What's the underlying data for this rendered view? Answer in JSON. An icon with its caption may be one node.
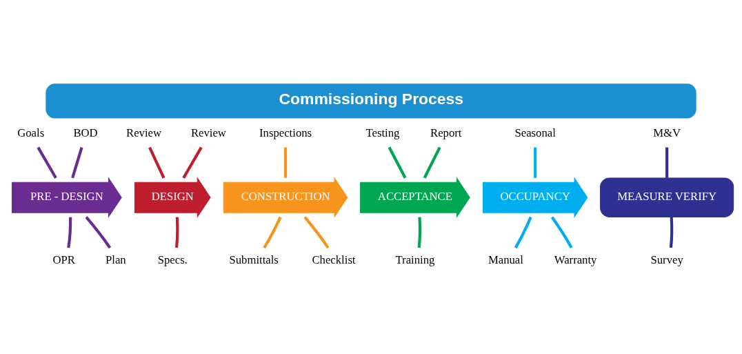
{
  "diagram": {
    "title": "Commissioning Process",
    "nodes": [
      {
        "text": [
          "PRE - DESIGN"
        ]
      },
      {
        "text": [
          "DESIGN"
        ]
      },
      {
        "text": [
          "CONSTRUCTION"
        ]
      },
      {
        "text": [
          "ACCEPTANCE"
        ]
      },
      {
        "text": [
          "OCCUPANCY"
        ]
      },
      {
        "text": [
          "MEASURE VERIFY"
        ]
      },
      {
        "text": [
          "Goals"
        ]
      },
      {
        "text": [
          "BOD"
        ]
      },
      {
        "text": [
          "OPR"
        ]
      },
      {
        "text": [
          "Plan"
        ]
      },
      {
        "text": [
          "Review"
        ]
      },
      {
        "text": [
          "Review"
        ]
      },
      {
        "text": [
          "Specs."
        ]
      },
      {
        "text": [
          "Inspections"
        ]
      },
      {
        "text": [
          "Submittals"
        ]
      },
      {
        "text": [
          "Checklist"
        ]
      },
      {
        "text": [
          "Testing"
        ]
      },
      {
        "text": [
          "Report"
        ]
      },
      {
        "text": [
          "Training"
        ]
      },
      {
        "text": [
          "Seasonal"
        ]
      },
      {
        "text": [
          "Manual"
        ]
      },
      {
        "text": [
          "Warranty"
        ]
      },
      {
        "text": [
          "M&V"
        ]
      },
      {
        "text": [
          "Survey"
        ]
      }
    ],
    "edges": [
      {
        "from": 6,
        "to": 0,
        "arrow": "none",
        "color": "#6a2c91"
      },
      {
        "from": 7,
        "to": 0,
        "arrow": "none",
        "color": "#6a2c91"
      },
      {
        "from": 8,
        "to": 0,
        "arrow": "none",
        "color": "#6a2c91"
      },
      {
        "from": 9,
        "to": 0,
        "arrow": "none",
        "color": "#6a2c91"
      },
      {
        "from": 10,
        "to": 1,
        "arrow": "none",
        "color": "#be1e2d"
      },
      {
        "from": 11,
        "to": 1,
        "arrow": "none",
        "color": "#be1e2d"
      },
      {
        "from": 12,
        "to": 1,
        "arrow": "none",
        "color": "#be1e2d"
      },
      {
        "from": 13,
        "to": 2,
        "arrow": "none",
        "color": "#f7941d"
      },
      {
        "from": 14,
        "to": 2,
        "arrow": "none",
        "color": "#f7941d"
      },
      {
        "from": 15,
        "to": 2,
        "arrow": "none",
        "color": "#f7941d"
      },
      {
        "from": 16,
        "to": 3,
        "arrow": "none",
        "color": "#00a651"
      },
      {
        "from": 17,
        "to": 3,
        "arrow": "none",
        "color": "#00a651"
      },
      {
        "from": 18,
        "to": 3,
        "arrow": "none",
        "color": "#00a651"
      },
      {
        "from": 19,
        "to": 4,
        "arrow": "none",
        "color": "#00aeef"
      },
      {
        "from": 20,
        "to": 4,
        "arrow": "none",
        "color": "#00aeef"
      },
      {
        "from": 21,
        "to": 4,
        "arrow": "none",
        "color": "#00aeef"
      },
      {
        "from": 22,
        "to": 5,
        "arrow": "none",
        "color": "#2e3192"
      },
      {
        "from": 23,
        "to": 5,
        "arrow": "none",
        "color": "#2e3192"
      }
    ]
  }
}
